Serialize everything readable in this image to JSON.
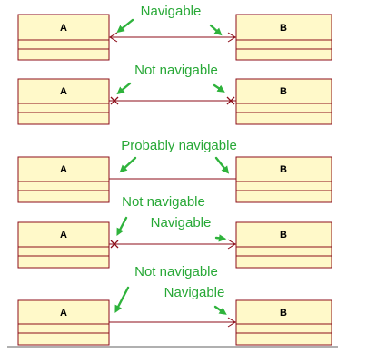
{
  "diagrams": [
    {
      "left_class": "A",
      "right_class": "B",
      "labels": [
        "Navigable"
      ],
      "ends": {
        "left": "arrow",
        "right": "arrow"
      }
    },
    {
      "left_class": "A",
      "right_class": "B",
      "labels": [
        "Not navigable"
      ],
      "ends": {
        "left": "x",
        "right": "x"
      }
    },
    {
      "left_class": "A",
      "right_class": "B",
      "labels": [
        "Probably navigable"
      ],
      "ends": {
        "left": "none",
        "right": "none"
      }
    },
    {
      "left_class": "A",
      "right_class": "B",
      "labels": [
        "Not navigable",
        "Navigable"
      ],
      "ends": {
        "left": "x",
        "right": "arrow"
      }
    },
    {
      "left_class": "A",
      "right_class": "B",
      "labels": [
        "Not navigable",
        "Navigable"
      ],
      "ends": {
        "left": "none",
        "right": "arrow"
      }
    }
  ],
  "colors": {
    "class_fill": "#fff9c9",
    "class_border": "#8c0e1a",
    "association_line": "#8c0e1a",
    "annotation_text": "#27a836",
    "annotation_arrow": "#2fb33c"
  }
}
